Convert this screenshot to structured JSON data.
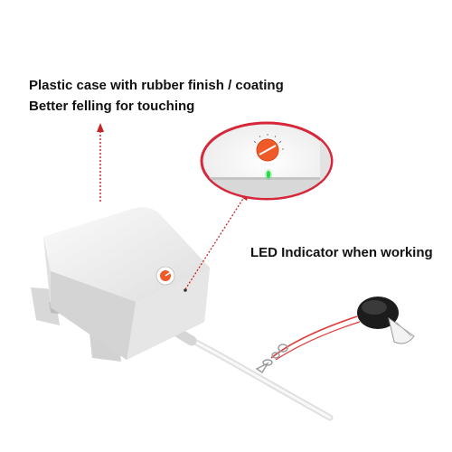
{
  "annotations": {
    "case_line1": "Plastic case with rubber  finish / coating",
    "case_line2": "Better felling for touching",
    "led_label": "LED Indicator when working"
  },
  "colors": {
    "arrow": "#cc2222",
    "dial_orange": "#f05a28",
    "led_green": "#22dd44",
    "lanyard_red": "#e23a3a"
  }
}
